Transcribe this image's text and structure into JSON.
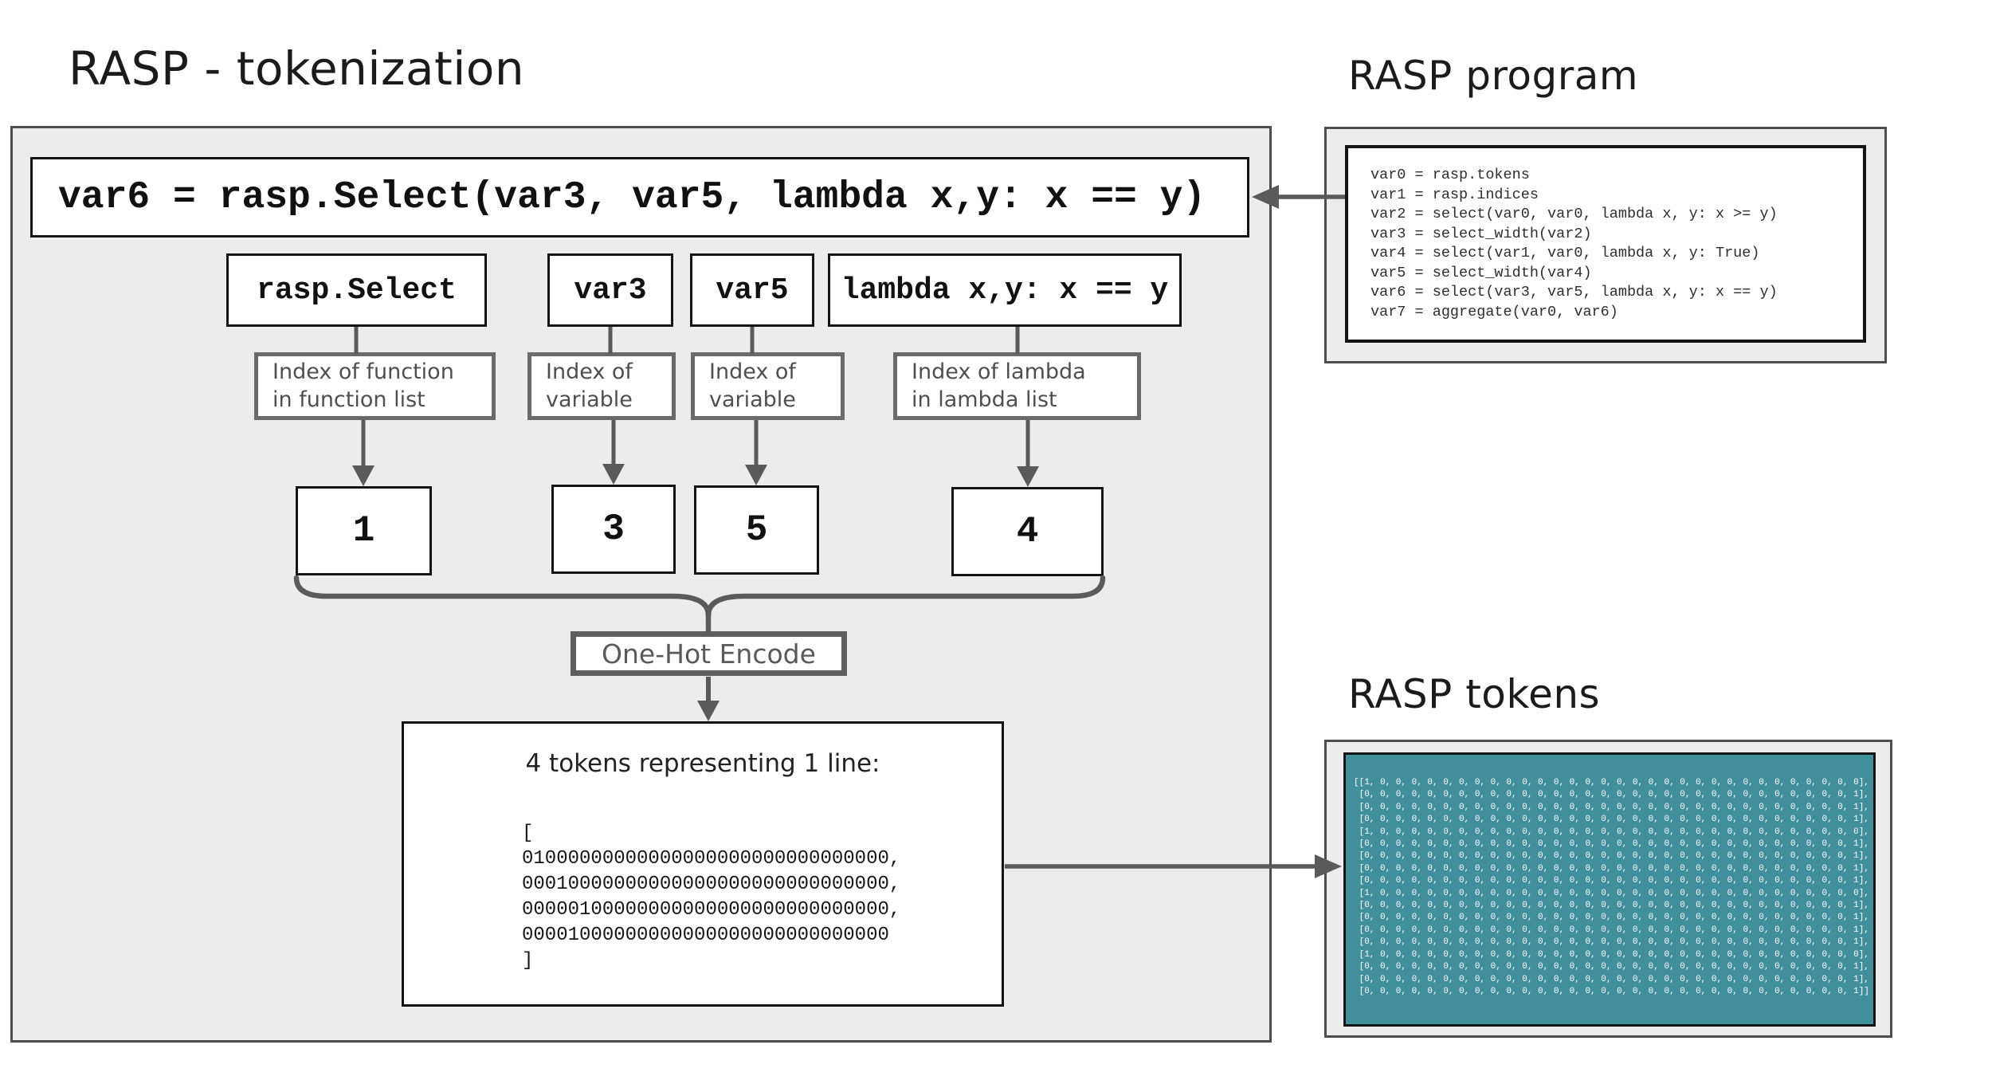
{
  "title": "RASP - tokenization",
  "colors": {
    "teal": "#418E9D",
    "panel_bg": "#ECECEC",
    "line_gray": "#5A5A5A",
    "box_border": "#141414"
  },
  "formula": "var6 = rasp.Select(var3, var5, lambda x,y: x == y)",
  "columns": [
    {
      "token": "rasp.Select",
      "index_label": "Index of function\nin function list",
      "value": "1"
    },
    {
      "token": "var3",
      "index_label": "Index of\nvariable",
      "value": "3"
    },
    {
      "token": "var5",
      "index_label": "Index of\nvariable",
      "value": "5"
    },
    {
      "token": "lambda x,y: x == y",
      "index_label": "Index of lambda\nin lambda list",
      "value": "4"
    }
  ],
  "onehot_label": "One-Hot Encode",
  "result_box": {
    "heading": "4 tokens representing 1 line:",
    "lines": [
      "[",
      "01000000000000000000000000000000,",
      "00010000000000000000000000000000,",
      "00000100000000000000000000000000,",
      "00001000000000000000000000000000",
      "]"
    ]
  },
  "program": {
    "heading": "RASP program",
    "lines": [
      "var0 = rasp.tokens",
      "var1 = rasp.indices",
      "var2 = select(var0, var0, lambda x, y: x >= y)",
      "var3 = select_width(var2)",
      "var4 = select(var1, var0, lambda x, y: True)",
      "var5 = select_width(var4)",
      "var6 = select(var3, var5, lambda x, y: x == y)",
      "var7 = aggregate(var0, var6)"
    ]
  },
  "tokens": {
    "heading": "RASP tokens",
    "rows": [
      "[[1, 0, 0, 0, 0, 0, 0, 0, 0, 0, 0, 0, 0, 0, 0, 0, 0, 0, 0, 0, 0, 0, 0, 0, 0, 0, 0, 0, 0, 0, 0, 0],",
      " [0, 0, 0, 0, 0, 0, 0, 0, 0, 0, 0, 0, 0, 0, 0, 0, 0, 0, 0, 0, 0, 0, 0, 0, 0, 0, 0, 0, 0, 0, 0, 1],",
      " [0, 0, 0, 0, 0, 0, 0, 0, 0, 0, 0, 0, 0, 0, 0, 0, 0, 0, 0, 0, 0, 0, 0, 0, 0, 0, 0, 0, 0, 0, 0, 1],",
      " [0, 0, 0, 0, 0, 0, 0, 0, 0, 0, 0, 0, 0, 0, 0, 0, 0, 0, 0, 0, 0, 0, 0, 0, 0, 0, 0, 0, 0, 0, 0, 1],",
      " [1, 0, 0, 0, 0, 0, 0, 0, 0, 0, 0, 0, 0, 0, 0, 0, 0, 0, 0, 0, 0, 0, 0, 0, 0, 0, 0, 0, 0, 0, 0, 0],",
      " [0, 0, 0, 0, 0, 0, 0, 0, 0, 0, 0, 0, 0, 0, 0, 0, 0, 0, 0, 0, 0, 0, 0, 0, 0, 0, 0, 0, 0, 0, 0, 1],",
      " [0, 0, 0, 0, 0, 0, 0, 0, 0, 0, 0, 0, 0, 0, 0, 0, 0, 0, 0, 0, 0, 0, 0, 0, 0, 0, 0, 0, 0, 0, 0, 1],",
      " [0, 0, 0, 0, 0, 0, 0, 0, 0, 0, 0, 0, 0, 0, 0, 0, 0, 0, 0, 0, 0, 0, 0, 0, 0, 0, 0, 0, 0, 0, 0, 1],",
      " [0, 0, 0, 0, 0, 0, 0, 0, 0, 0, 0, 0, 0, 0, 0, 0, 0, 0, 0, 0, 0, 0, 0, 0, 0, 0, 0, 0, 0, 0, 0, 1],",
      " [1, 0, 0, 0, 0, 0, 0, 0, 0, 0, 0, 0, 0, 0, 0, 0, 0, 0, 0, 0, 0, 0, 0, 0, 0, 0, 0, 0, 0, 0, 0, 0],",
      " [0, 0, 0, 0, 0, 0, 0, 0, 0, 0, 0, 0, 0, 0, 0, 0, 0, 0, 0, 0, 0, 0, 0, 0, 0, 0, 0, 0, 0, 0, 0, 1],",
      " [0, 0, 0, 0, 0, 0, 0, 0, 0, 0, 0, 0, 0, 0, 0, 0, 0, 0, 0, 0, 0, 0, 0, 0, 0, 0, 0, 0, 0, 0, 0, 1],",
      " [0, 0, 0, 0, 0, 0, 0, 0, 0, 0, 0, 0, 0, 0, 0, 0, 0, 0, 0, 0, 0, 0, 0, 0, 0, 0, 0, 0, 0, 0, 0, 1],",
      " [0, 0, 0, 0, 0, 0, 0, 0, 0, 0, 0, 0, 0, 0, 0, 0, 0, 0, 0, 0, 0, 0, 0, 0, 0, 0, 0, 0, 0, 0, 0, 1],",
      " [1, 0, 0, 0, 0, 0, 0, 0, 0, 0, 0, 0, 0, 0, 0, 0, 0, 0, 0, 0, 0, 0, 0, 0, 0, 0, 0, 0, 0, 0, 0, 0],",
      " [0, 0, 0, 0, 0, 0, 0, 0, 0, 0, 0, 0, 0, 0, 0, 0, 0, 0, 0, 0, 0, 0, 0, 0, 0, 0, 0, 0, 0, 0, 0, 1],",
      " [0, 0, 0, 0, 0, 0, 0, 0, 0, 0, 0, 0, 0, 0, 0, 0, 0, 0, 0, 0, 0, 0, 0, 0, 0, 0, 0, 0, 0, 0, 0, 1],",
      " [0, 0, 0, 0, 0, 0, 0, 0, 0, 0, 0, 0, 0, 0, 0, 0, 0, 0, 0, 0, 0, 0, 0, 0, 0, 0, 0, 0, 0, 0, 0, 1]]"
    ]
  }
}
